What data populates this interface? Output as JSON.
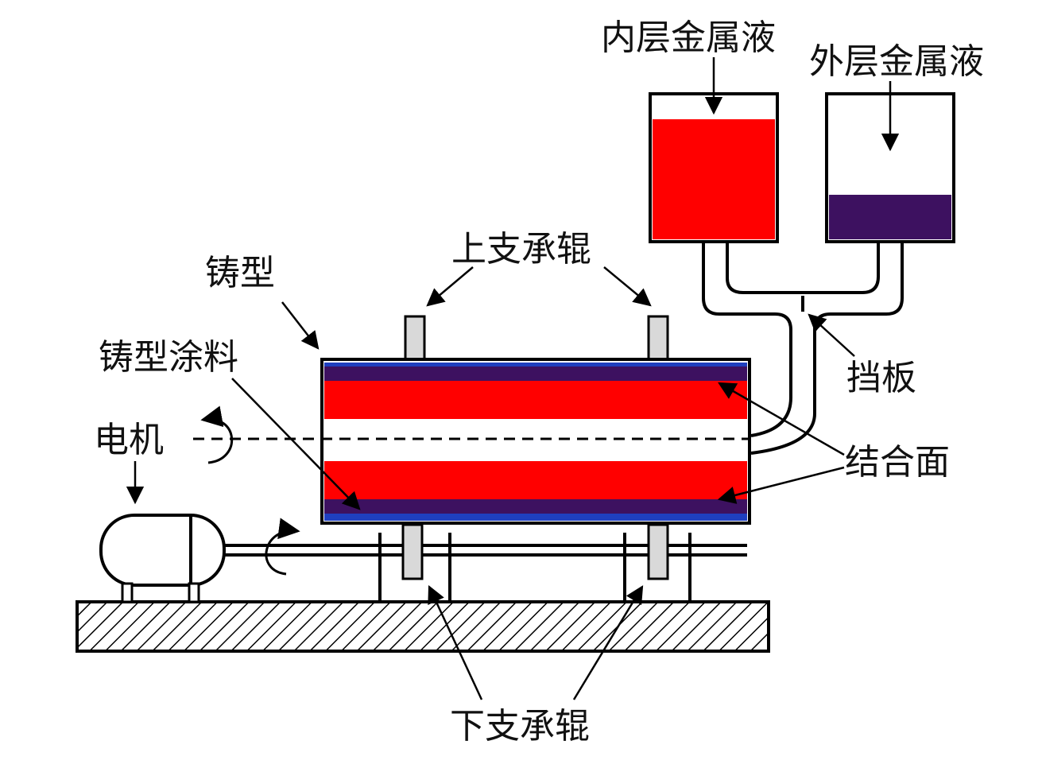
{
  "labels": {
    "inner_metal": "内层金属液",
    "outer_metal": "外层金属液",
    "upper_roller": "上支承辊",
    "mold": "铸型",
    "mold_coating": "铸型涂料",
    "baffle": "挡板",
    "motor": "电机",
    "bonding_surface": "结合面",
    "lower_roller": "下支承辊"
  },
  "colors": {
    "inner_metal": "#ff0000",
    "outer_metal": "#3d1160",
    "coating": "#1f3fbf",
    "roller_fill": "#d9d9d9",
    "outline": "#000000"
  }
}
